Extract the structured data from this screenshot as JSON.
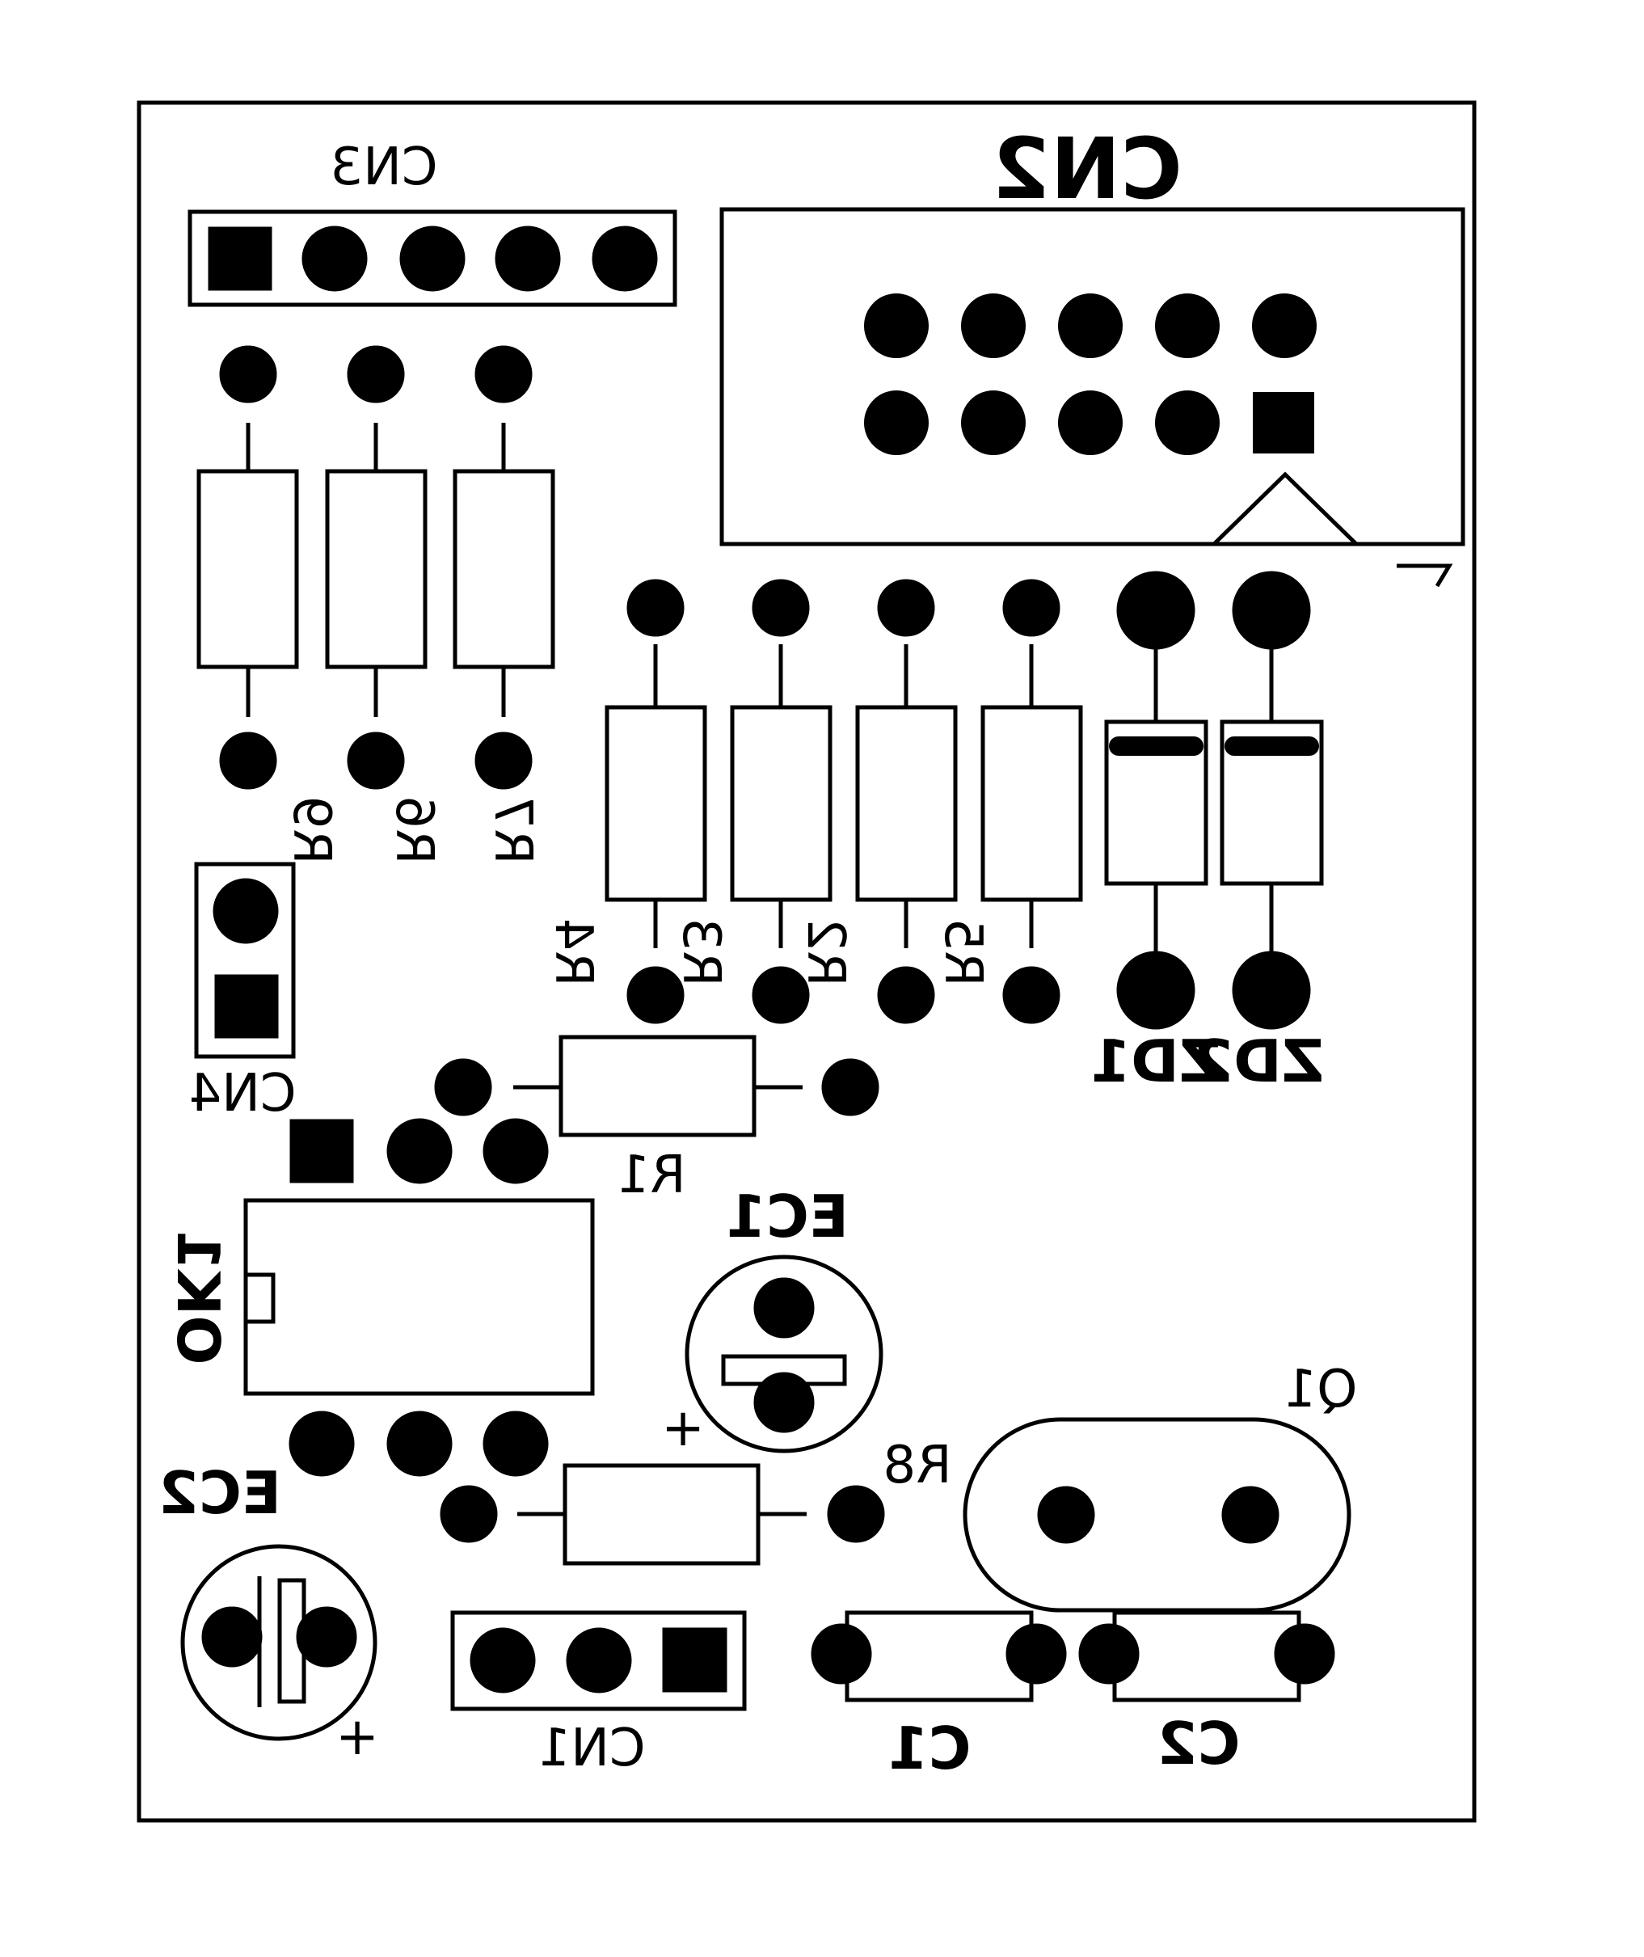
{
  "colors": {
    "ink": "#000000",
    "paper": "#ffffff"
  },
  "labels": {
    "cn3": "CN3",
    "cn2": "CN2",
    "cn4": "CN4",
    "cn1": "CN1",
    "r1": "R1",
    "r2": "R2",
    "r3": "R3",
    "r4": "R4",
    "r5": "R5",
    "r6": "R6",
    "r7": "R7",
    "r8": "R8",
    "r9": "R9",
    "zd1": "ZD1",
    "zd2": "ZD2",
    "ec1": "EC1",
    "ec2": "EC2",
    "ok1": "OK1",
    "q1": "Q1",
    "c1": "C1",
    "c2": "C2",
    "plus_ec1": "+",
    "plus_ec2": "+",
    "pin1_mark": "1"
  }
}
